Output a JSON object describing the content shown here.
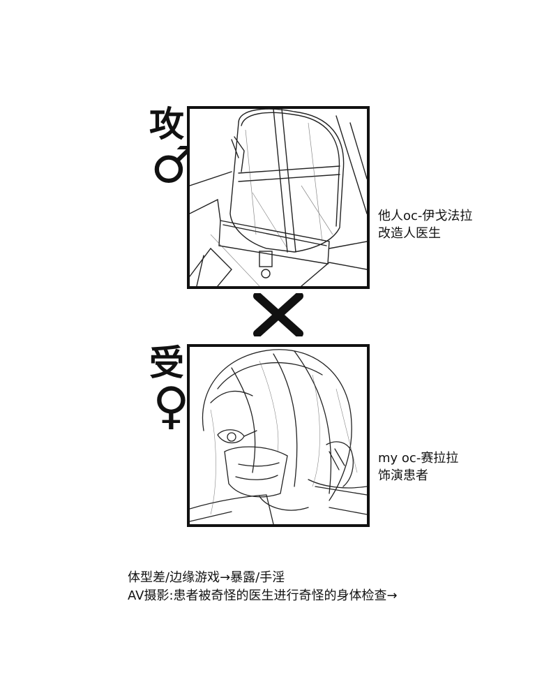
{
  "top": {
    "role_char": "攻",
    "symbol": "♂",
    "caption": [
      "他人oc-伊戈法拉",
      "改造人医生"
    ]
  },
  "cross_symbol": "×",
  "bottom": {
    "role_char": "受",
    "symbol": "♀",
    "caption": [
      "my oc-赛拉拉",
      "饰演患者"
    ]
  },
  "footer": [
    "体型差/边缘游戏→暴露/手淫",
    "AV摄影:患者被奇怪的医生进行奇怪的身体检查→"
  ],
  "colors": {
    "ink": "#111111",
    "paper": "#ffffff"
  }
}
